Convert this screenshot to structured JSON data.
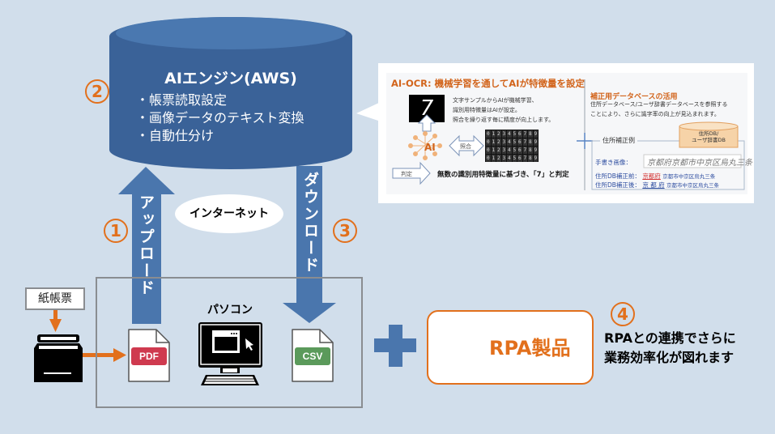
{
  "colors": {
    "background": "#d1deeb",
    "cylinder": "#3a6298",
    "cylinder_top": "#4a78b0",
    "arrow_blue": "#4a76ad",
    "accent_orange": "#e2701c",
    "pdf_red": "#cf3a4f",
    "csv_green": "#5b9a5b"
  },
  "ai_engine": {
    "title": "AIエンジン(AWS)",
    "items": [
      "・帳票読取設定",
      "・画像データのテキスト変換",
      "・自動仕分け"
    ]
  },
  "steps": {
    "step1": {
      "number": "1",
      "label": "アップロード"
    },
    "step2": {
      "number": "2"
    },
    "step3": {
      "number": "3",
      "label": "ダウンロード"
    },
    "step4": {
      "number": "4"
    }
  },
  "internet_label": "インターネット",
  "paper_forms_label": "紙帳票",
  "pc_label": "パソコン",
  "files": {
    "pdf": "PDF",
    "csv": "CSV"
  },
  "rpa": {
    "label": "RPA製品",
    "note_line1": "RPAとの連携でさらに",
    "note_line2": "業務効率化が図れます"
  },
  "ocr_panel": {
    "title": "AI-OCR: 機械学習を通してAIが特徴量を設定",
    "sample_digit": "7",
    "desc_lines": [
      "文字サンプルからAIが機械学習、",
      "識別用特徴量はAIが設定。",
      "照合を繰り返す毎に精度が向上します。"
    ],
    "ai_label": "AI",
    "match_label": "照合",
    "judge_label": "判定",
    "judge_text": "無数の識別用特徴量に基づき、「7」と判定",
    "digit_grid": "0123456789012345678901234567890123456789",
    "right_title": "補正用データベースの活用",
    "right_desc_lines": [
      "住所データベース/ユーザ辞書データベースを参照する",
      "ことにより、さらに識字率の向上が見込まれます。"
    ],
    "example_label": "住所補正例",
    "db_label_line1": "住所DB/",
    "db_label_line2": "ユーザ辞書DB",
    "handwritten_label": "手書き画像：",
    "handwritten_text": "京都府京都市中京区烏丸三条",
    "before_label": "住所DB補正前：",
    "before_value": "京都府",
    "before_rest": "京都市中京区烏丸三条",
    "after_label": "住所DB補正後：",
    "after_value": "京 都 府",
    "after_rest": "京都市中京区烏丸三条"
  }
}
